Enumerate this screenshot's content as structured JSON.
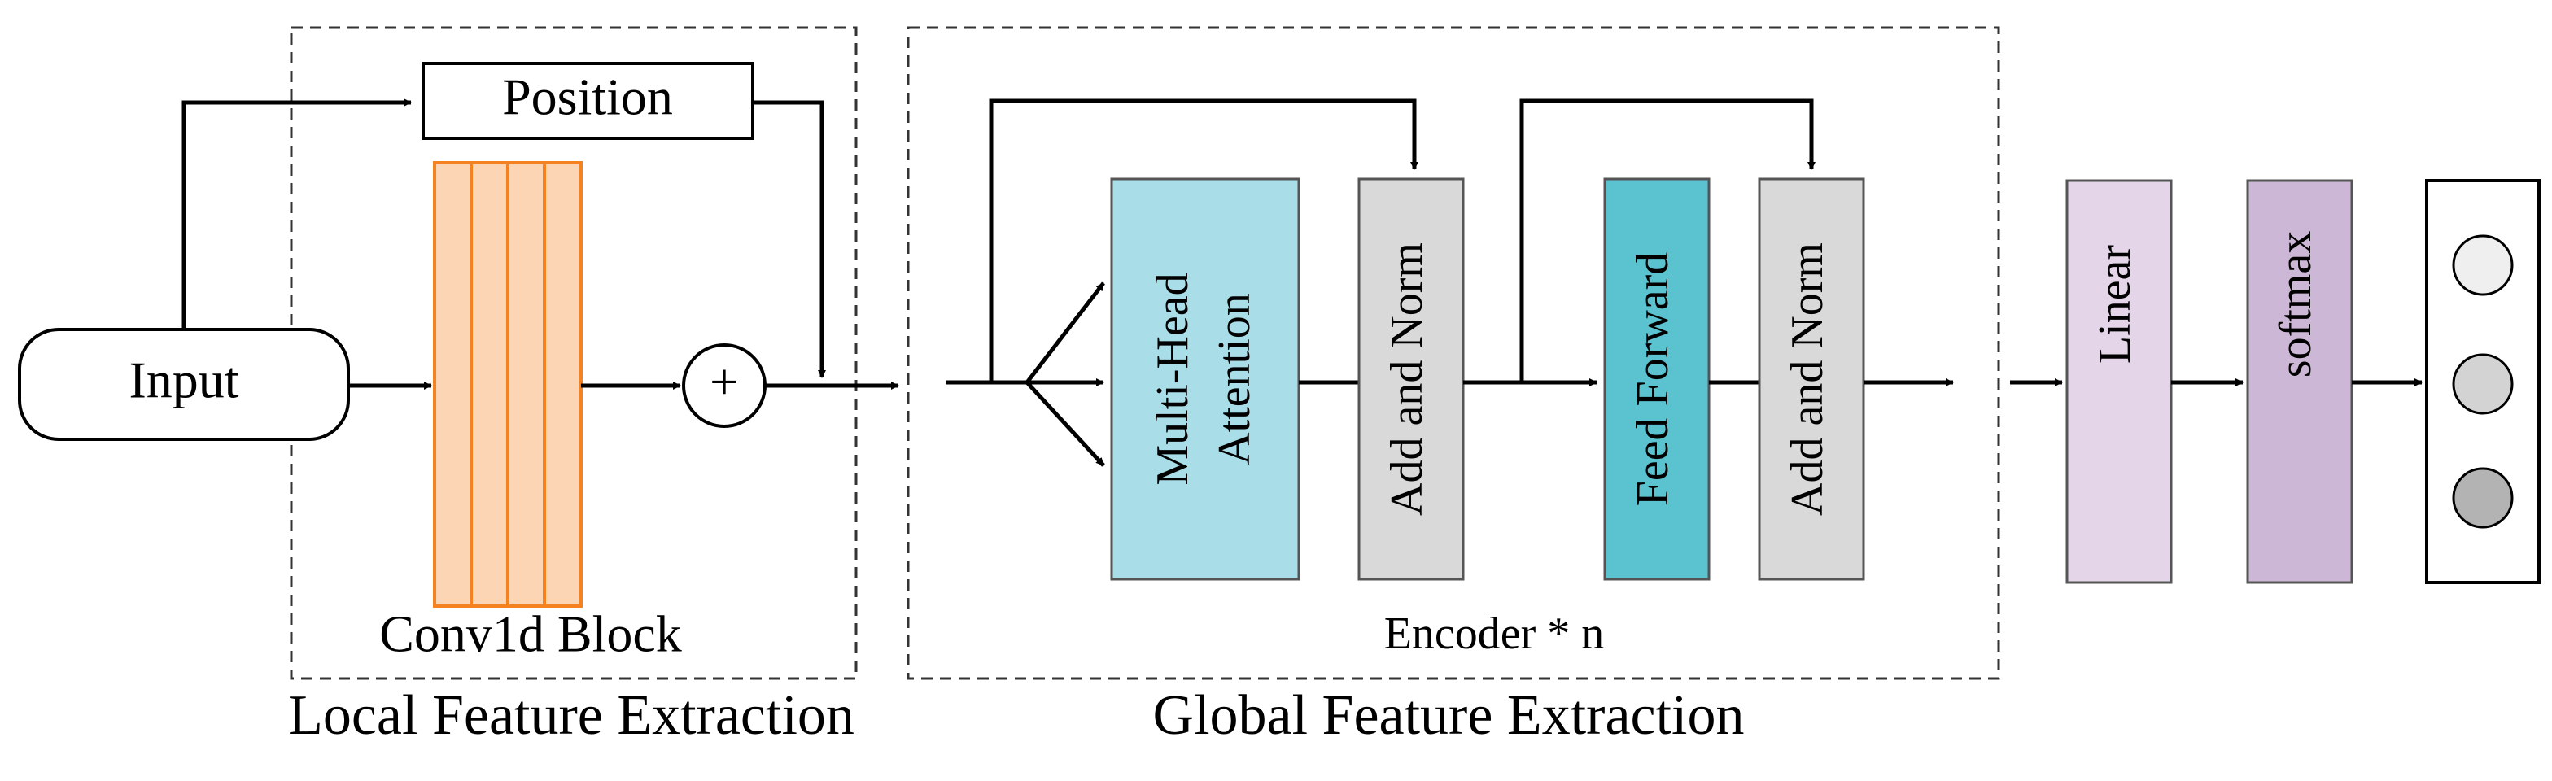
{
  "local": {
    "section_title": "Local Feature Extraction",
    "input_label": "Input",
    "position_label": "Position",
    "conv_label": "Conv1d Block",
    "plus_symbol": "+"
  },
  "global": {
    "section_title": "Global Feature Extraction",
    "attention_line1": "Multi-Head",
    "attention_line2": "Attention",
    "add_norm_1": "Add and Norm",
    "feed_forward": "Feed Forward",
    "add_norm_2": "Add and Norm",
    "encoder_label": "Encoder * n"
  },
  "output": {
    "linear_label": "Linear",
    "softmax_label": "softmax"
  },
  "colors": {
    "conv_fill": "#fcd5b5",
    "conv_stroke": "#f58220",
    "attention_fill": "#a9dde8",
    "addnorm_fill": "#d9d9d9",
    "feedforward_fill": "#5bc2d0",
    "linear_fill": "#e4d6e8",
    "softmax_fill": "#cdb7d6",
    "circle_fills": [
      "#efefef",
      "#d3d3d3",
      "#b3b3b3"
    ]
  }
}
